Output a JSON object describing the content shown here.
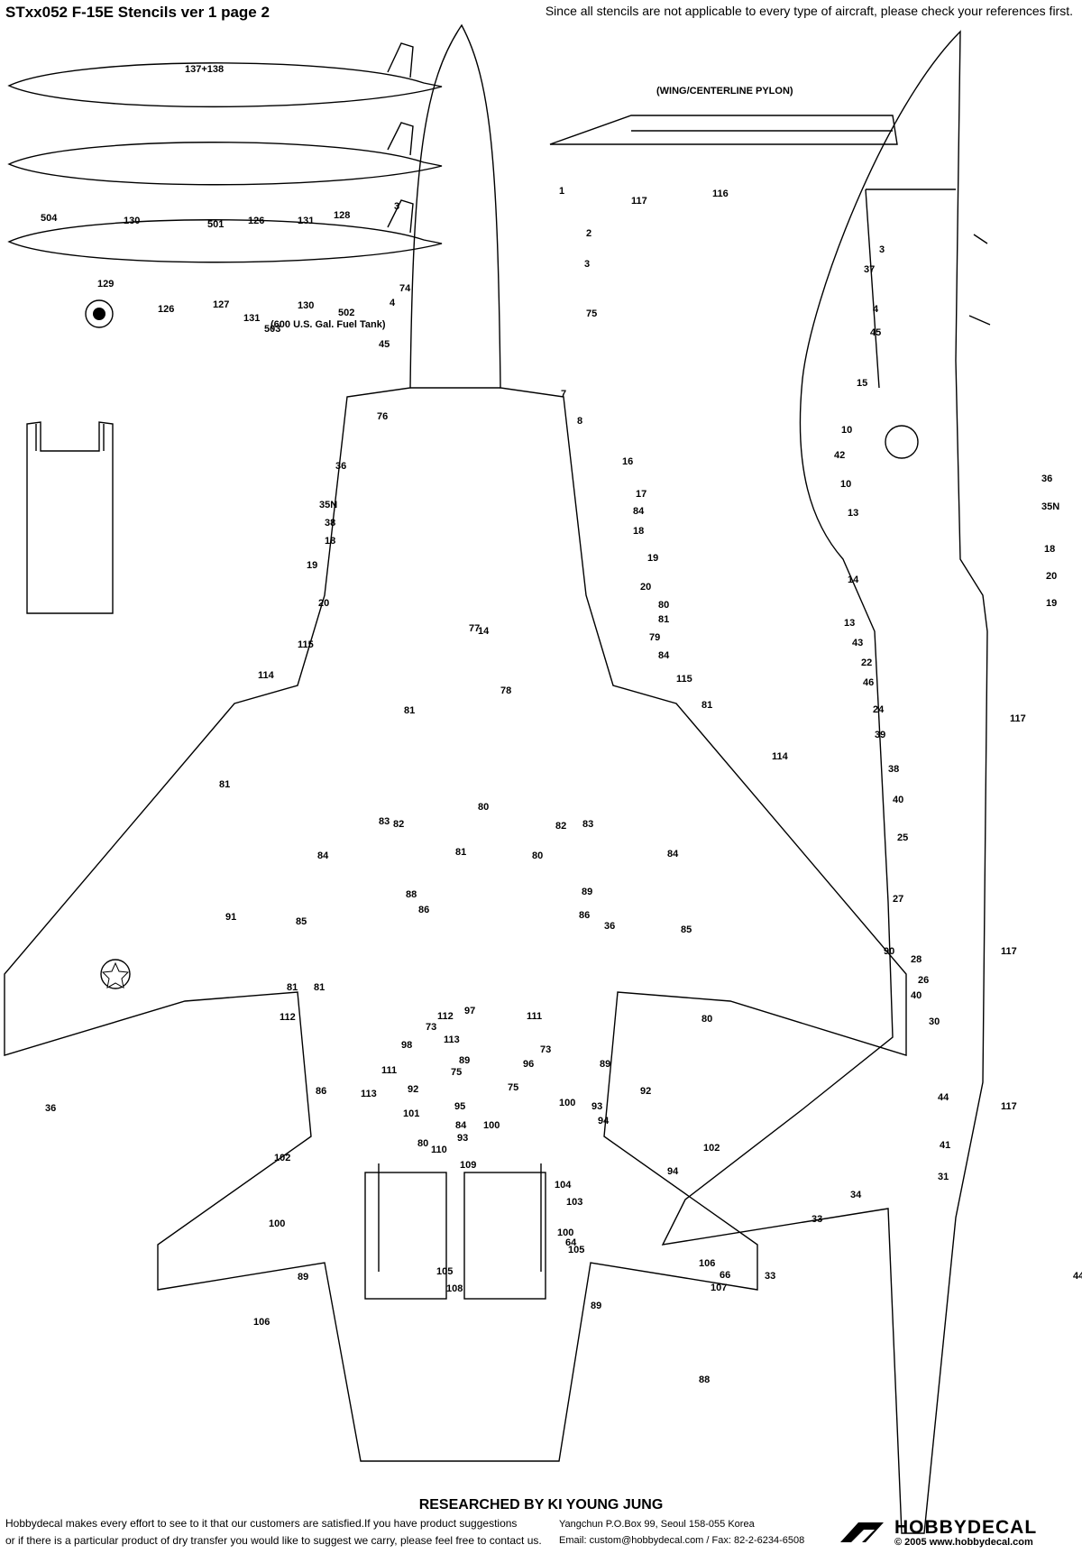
{
  "header": {
    "title": "STxx052 F-15E Stencils ver 1 page 2",
    "note": "Since all stencils are not applicable to every type of aircraft, please check your references first."
  },
  "captions": {
    "pylon": "(WING/CENTERLINE PYLON)",
    "tank": "(600 U.S. Gal. Fuel Tank)"
  },
  "credit": "RESEARCHED BY KI YOUNG JUNG",
  "footer": {
    "line1": "Hobbydecal makes every effort to see to it that our customers are satisfied.If you have product suggestions",
    "line2": "or if there is a particular product of dry transfer you would like to suggest we carry,  please feel free to contact us.",
    "address": "Yangchun P.O.Box 99, Seoul 158-055 Korea",
    "contact": "Email: custom@hobbydecal.com / Fax: 82-2-6234-6508",
    "brand": "HOBBYDECAL",
    "copyright": "© 2005 www.hobbydecal.com"
  },
  "tank_callouts": [
    "137+138",
    "504",
    "130",
    "501",
    "126",
    "131",
    "128",
    "129",
    "126",
    "127",
    "131",
    "503",
    "130",
    "502"
  ],
  "pylon_callouts": [
    "117",
    "116"
  ],
  "plan_callouts": [
    "1",
    "2",
    "3",
    "3",
    "74",
    "4",
    "75",
    "45",
    "7",
    "8",
    "76",
    "16",
    "36",
    "17",
    "35N",
    "84",
    "38",
    "18",
    "18",
    "19",
    "19",
    "20",
    "20",
    "77",
    "14",
    "80",
    "81",
    "79",
    "84",
    "115",
    "114",
    "78",
    "115",
    "81",
    "81",
    "114",
    "81",
    "83",
    "82",
    "80",
    "82",
    "83",
    "81",
    "80",
    "84",
    "84",
    "91",
    "90",
    "89",
    "88",
    "86",
    "86",
    "36",
    "85",
    "85",
    "81",
    "81",
    "112",
    "112",
    "111",
    "97",
    "73",
    "80",
    "98",
    "113",
    "73",
    "111",
    "75",
    "89",
    "96",
    "89",
    "86",
    "92",
    "75",
    "113",
    "92",
    "95",
    "93",
    "80",
    "100",
    "93",
    "100",
    "110",
    "84",
    "101",
    "94",
    "109",
    "94",
    "102",
    "102",
    "100",
    "100",
    "104",
    "103",
    "105",
    "105",
    "89",
    "89",
    "88",
    "36",
    "106",
    "106",
    "107",
    "108",
    "64"
  ],
  "side_callouts": [
    "3",
    "37",
    "4",
    "45",
    "15",
    "10",
    "42",
    "10",
    "36",
    "35N",
    "13",
    "18",
    "20",
    "14",
    "19",
    "13",
    "43",
    "22",
    "46",
    "24",
    "117",
    "39",
    "38",
    "40",
    "25",
    "27",
    "117",
    "28",
    "26",
    "40",
    "30",
    "44",
    "117",
    "41",
    "31",
    "34",
    "33",
    "33",
    "66",
    "44"
  ]
}
